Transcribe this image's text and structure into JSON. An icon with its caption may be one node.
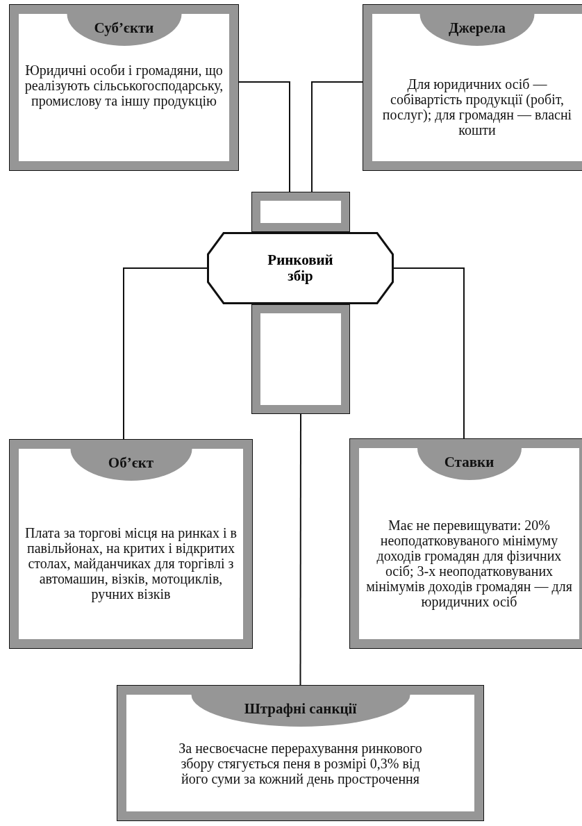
{
  "diagram": {
    "nodes": [
      {
        "text": [
          "Суб’єкти",
          "Юридичні особи і громадяни, що реалізують сільськогосподарську, промислову та іншу продукцію"
        ]
      },
      {
        "text": [
          "Джерела",
          "Для юридичних осіб — собівартість продукції (робіт, послуг); для громадян — власні кошти"
        ]
      },
      {
        "text": [],
        "shape": "box"
      },
      {
        "text": [
          "Ринковий збір"
        ]
      },
      {
        "text": [],
        "shape": "box"
      },
      {
        "text": [
          "Об’єкт",
          "Плата за торгові місця на ринках і в павільйонах, на критих і відкритих столах, майданчиках для торгівлі з автомашин, візків, мотоциклів, ручних візків"
        ]
      },
      {
        "text": [
          "Ставки",
          "Має не перевищувати: 20% неоподатковуваного мінімуму доходів громадян для фізичних осіб; 3-х неоподатковуваних мінімумів доходів громадян — для юридичних осіб"
        ]
      },
      {
        "text": [
          "Штрафні санкції",
          "За несвоєчасне перерахування ринкового збору стягується пеня в розмірі 0,3% від його суми за кожний день прострочення"
        ]
      }
    ],
    "edges": [
      {
        "from": 0,
        "to": 2,
        "arrow": "none"
      },
      {
        "from": 1,
        "to": 2,
        "arrow": "none"
      },
      {
        "from": 3,
        "to": 5,
        "arrow": "none"
      },
      {
        "from": 3,
        "to": 6,
        "arrow": "none"
      },
      {
        "from": 4,
        "to": 7,
        "arrow": "none"
      }
    ]
  }
}
